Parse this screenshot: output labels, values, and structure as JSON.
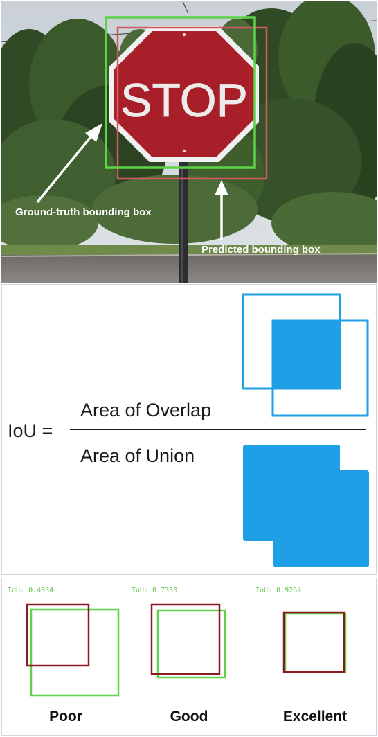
{
  "photo": {
    "sign_text": "STOP",
    "ground_truth_label": "Ground-truth bounding box",
    "predicted_label": "Predicted bounding box"
  },
  "formula": {
    "lhs": "IoU =",
    "numerator": "Area of Overlap",
    "denominator": "Area of Union"
  },
  "examples": [
    {
      "iou_text": "IoU: 0.4034",
      "quality": "Poor"
    },
    {
      "iou_text": "IoU: 0.7330",
      "quality": "Good"
    },
    {
      "iou_text": "IoU: 0.9264",
      "quality": "Excellent"
    }
  ],
  "colors": {
    "ground_truth": "#5fd348",
    "predicted": "#d25a5f",
    "predicted_dark": "#8b1a24",
    "overlap_blue": "#1e9fe6",
    "iou_text_green": "#62c64a",
    "stop_red": "#a81f2a"
  }
}
